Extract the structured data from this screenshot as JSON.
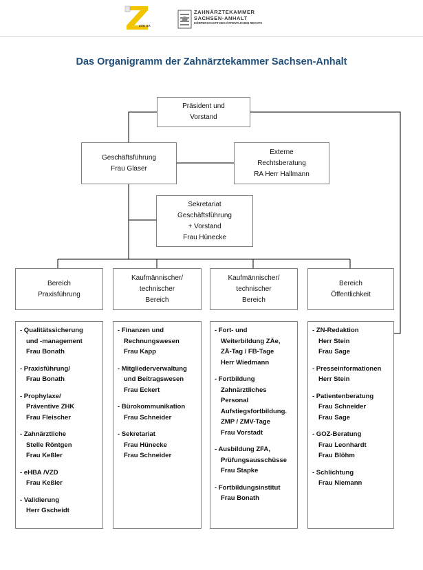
{
  "header": {
    "logo_left_text": "ZÄK SA",
    "logo_right_lines": [
      "ZAHNÄRZTEKAMMER",
      "SACHSEN-ANHALT",
      "KÖRPERSCHAFT DES ÖFFENTLICHEN RECHTS"
    ]
  },
  "title": "Das Organigramm der Zahnärztekammer Sachsen-Anhalt",
  "boxes": {
    "president": [
      "Präsident und",
      "Vorstand"
    ],
    "management": [
      "Geschäftsführung",
      "Frau Glaser"
    ],
    "legal": [
      "Externe",
      "Rechtsberatung",
      "RA Herr Hallmann"
    ],
    "secretariat": [
      "Sekretariat",
      "Geschäftsführung",
      "+ Vorstand",
      "Frau Hünecke"
    ],
    "dept1": [
      "Bereich",
      "Praxisführung"
    ],
    "dept2": [
      "Kaufmännischer/",
      "technischer",
      "Bereich"
    ],
    "dept3": [
      "Kaufmännischer/",
      "technischer",
      "Bereich"
    ],
    "dept4": [
      "Bereich",
      "Öffentlichkeit"
    ]
  },
  "columns": {
    "col1": [
      [
        "-   Qualitätssicherung",
        "und   -management",
        "Frau Bonath"
      ],
      [
        "- Praxisführung/",
        "Frau Bonath"
      ],
      [
        "- Prophylaxe/",
        "Präventive ZHK",
        "Frau Fleischer"
      ],
      [
        "- Zahnärztliche",
        "Stelle Röntgen",
        "Frau Keßler"
      ],
      [
        "- eHBA /VZD",
        "Frau Keßler"
      ],
      [
        "- Validierung",
        "Herr Gscheidt"
      ]
    ],
    "col2": [
      [
        "- Finanzen und",
        "Rechnungswesen",
        "Frau Kapp"
      ],
      [
        "- Mitgliederverwaltung",
        "und Beitragswesen",
        "Frau Eckert"
      ],
      [
        "- Bürokommunikation",
        "Frau Schneider"
      ],
      [
        "- Sekretariat",
        "Frau Hünecke",
        "Frau Schneider"
      ]
    ],
    "col3": [
      [
        "- Fort- und",
        "Weiterbildung ZÄe,",
        "ZÄ-Tag / FB-Tage",
        "Herr Wiedmann"
      ],
      [
        "- Fortbildung",
        "Zahnärztliches",
        "Personal",
        "Aufstiegsfortbildung.",
        "ZMP / ZMV-Tage",
        "Frau Vorstadt"
      ],
      [
        "- Ausbildung ZFA,",
        "Prüfungsausschüsse",
        "Frau Stapke"
      ],
      [
        "- Fortbildungsinstitut",
        "Frau Bonath"
      ]
    ],
    "col4": [
      [
        "- ZN-Redaktion",
        "Herr Stein",
        "Frau Sage"
      ],
      [
        "- Presseinformationen",
        "Herr Stein"
      ],
      [
        "- Patientenberatung",
        "Frau Schneider",
        "Frau Sage"
      ],
      [
        "- GOZ-Beratung",
        "Frau Leonhardt",
        "Frau Blöhm"
      ],
      [
        "- Schlichtung",
        "Frau Niemann"
      ]
    ]
  },
  "colors": {
    "title": "#1f4e79",
    "border": "#7f7f7f",
    "line": "#000000",
    "logo_yellow": "#f2c500"
  }
}
